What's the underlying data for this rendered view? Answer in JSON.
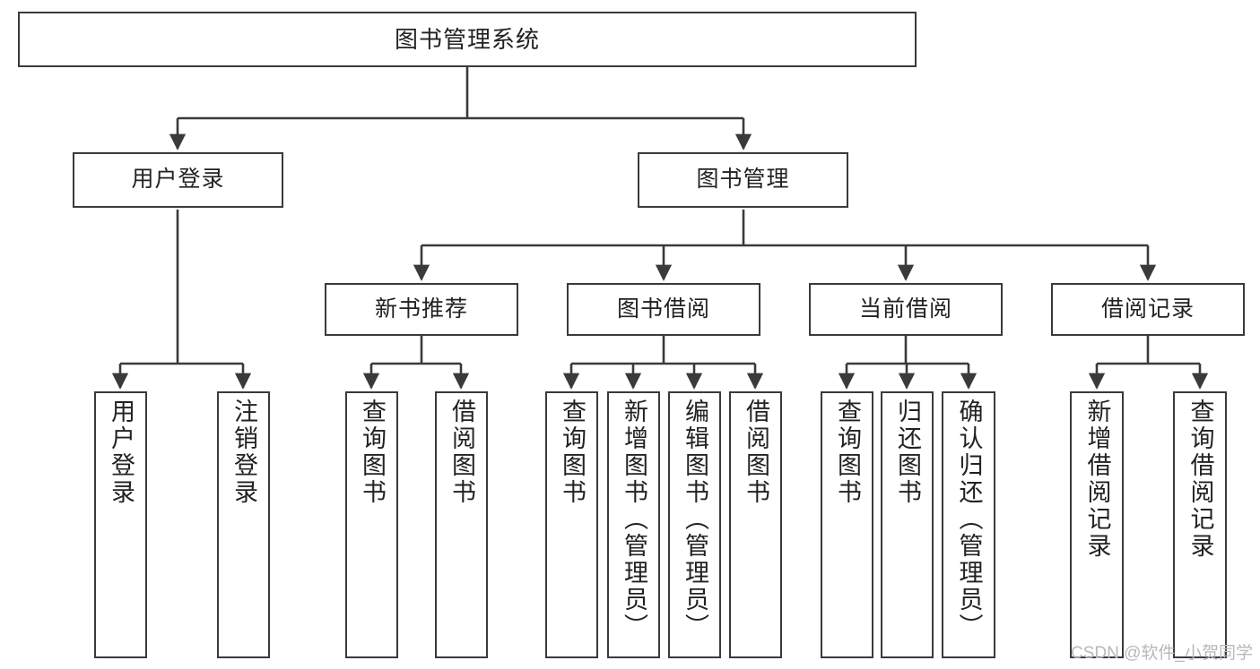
{
  "diagram": {
    "type": "tree",
    "title": "图书管理系统",
    "watermark": "CSDN @软件_小贺同学",
    "colors": {
      "background": "#ffffff",
      "box_border": "#3a3a3a",
      "box_fill": "#ffffff",
      "text": "#222222",
      "edge": "#3a3a3a",
      "watermark": "#b8b8b8"
    },
    "nodes": {
      "root": {
        "label": "图书管理系统",
        "level": 1
      },
      "level2": [
        {
          "id": "user-login",
          "label": "用户登录"
        },
        {
          "id": "book-manage",
          "label": "图书管理"
        }
      ],
      "level3": [
        {
          "id": "new-book-recommend",
          "label": "新书推荐"
        },
        {
          "id": "book-borrow",
          "label": "图书借阅"
        },
        {
          "id": "current-borrow",
          "label": "当前借阅"
        },
        {
          "id": "borrow-record",
          "label": "借阅记录"
        }
      ],
      "leaves": {
        "user-login": [
          {
            "id": "leaf-user-login",
            "label": "用户登录"
          },
          {
            "id": "leaf-logout",
            "label": "注销登录"
          }
        ],
        "new-book-recommend": [
          {
            "id": "leaf-query-book-1",
            "label": "查询图书"
          },
          {
            "id": "leaf-borrow-book-1",
            "label": "借阅图书"
          }
        ],
        "book-borrow": [
          {
            "id": "leaf-query-book-2",
            "label": "查询图书"
          },
          {
            "id": "leaf-add-book",
            "label": "新增图书（管理员）"
          },
          {
            "id": "leaf-edit-book",
            "label": "编辑图书（管理员）"
          },
          {
            "id": "leaf-borrow-book-2",
            "label": "借阅图书"
          }
        ],
        "current-borrow": [
          {
            "id": "leaf-query-book-3",
            "label": "查询图书"
          },
          {
            "id": "leaf-return-book",
            "label": "归还图书"
          },
          {
            "id": "leaf-confirm-return",
            "label": "确认归还（管理员）"
          }
        ],
        "borrow-record": [
          {
            "id": "leaf-add-record",
            "label": "新增借阅记录"
          },
          {
            "id": "leaf-query-record",
            "label": "查询借阅记录"
          }
        ]
      }
    }
  }
}
